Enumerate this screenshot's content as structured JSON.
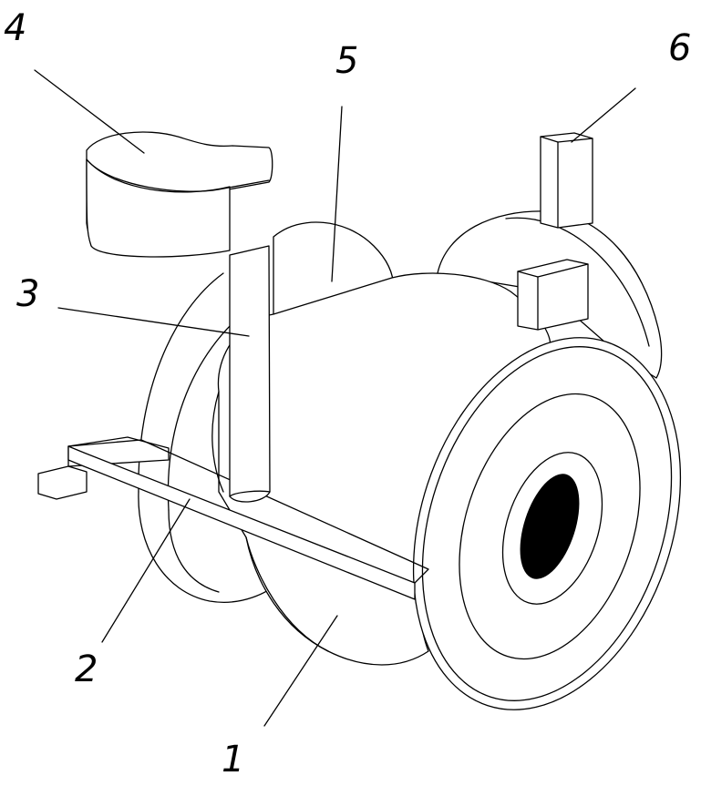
{
  "callouts": [
    {
      "id": "callout-1",
      "text": "1"
    },
    {
      "id": "callout-2",
      "text": "2"
    },
    {
      "id": "callout-3",
      "text": "3"
    },
    {
      "id": "callout-4",
      "text": "4"
    },
    {
      "id": "callout-5",
      "text": "5"
    },
    {
      "id": "callout-6",
      "text": "6"
    }
  ],
  "colors": {
    "stroke": "#000000",
    "fill": "#ffffff",
    "bore": "#000000"
  }
}
